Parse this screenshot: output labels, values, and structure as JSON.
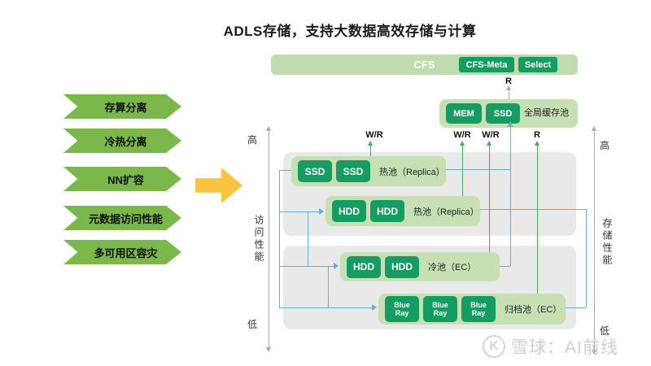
{
  "title": "ADLS存储，支持大数据高效存储与计算",
  "features": [
    {
      "label": "存算分离"
    },
    {
      "label": "冷热分离"
    },
    {
      "label": "NN扩容"
    },
    {
      "label": "元数据访问性能"
    },
    {
      "label": "多可用区容灾"
    }
  ],
  "cfs": {
    "label": "CFS",
    "meta_button": "CFS-Meta",
    "select_button": "Select",
    "read_label": "R"
  },
  "cache_pool": {
    "label": "全局缓存池",
    "devices": [
      "MEM",
      "SSD"
    ]
  },
  "io_labels": {
    "ssd_hot": "W/R",
    "hdd_hot": "W/R",
    "hdd_cold": "W/R",
    "archive": "R"
  },
  "pools": [
    {
      "devices": [
        "SSD",
        "SSD"
      ],
      "label": "热池（Replica）"
    },
    {
      "devices": [
        "HDD",
        "HDD"
      ],
      "label": "热池（Replica）"
    },
    {
      "devices": [
        "HDD",
        "HDD"
      ],
      "label": "冷池（EC）"
    },
    {
      "devices": [
        "Blue Ray",
        "Blue Ray",
        "Blue Ray"
      ],
      "label": "归档池（EC）"
    }
  ],
  "axes": {
    "left": {
      "top": "高",
      "bottom": "低",
      "label": "访问性能"
    },
    "right": {
      "top": "高",
      "bottom": "低",
      "label": "存储性能"
    }
  },
  "watermark": {
    "logo_glyph": "K",
    "text": "雪球：AI前线"
  },
  "colors": {
    "dark_green": "#149c62",
    "light_green": "#c6e0b4",
    "cfs_bar_green": "#c0dcae",
    "chevron_green": "#7ab84c",
    "arrow_yellow": "#fac33e",
    "connector_blue": "#70a9d8",
    "arrow_green": "#3fae5e",
    "panel_grey": "#e9e9e9"
  }
}
